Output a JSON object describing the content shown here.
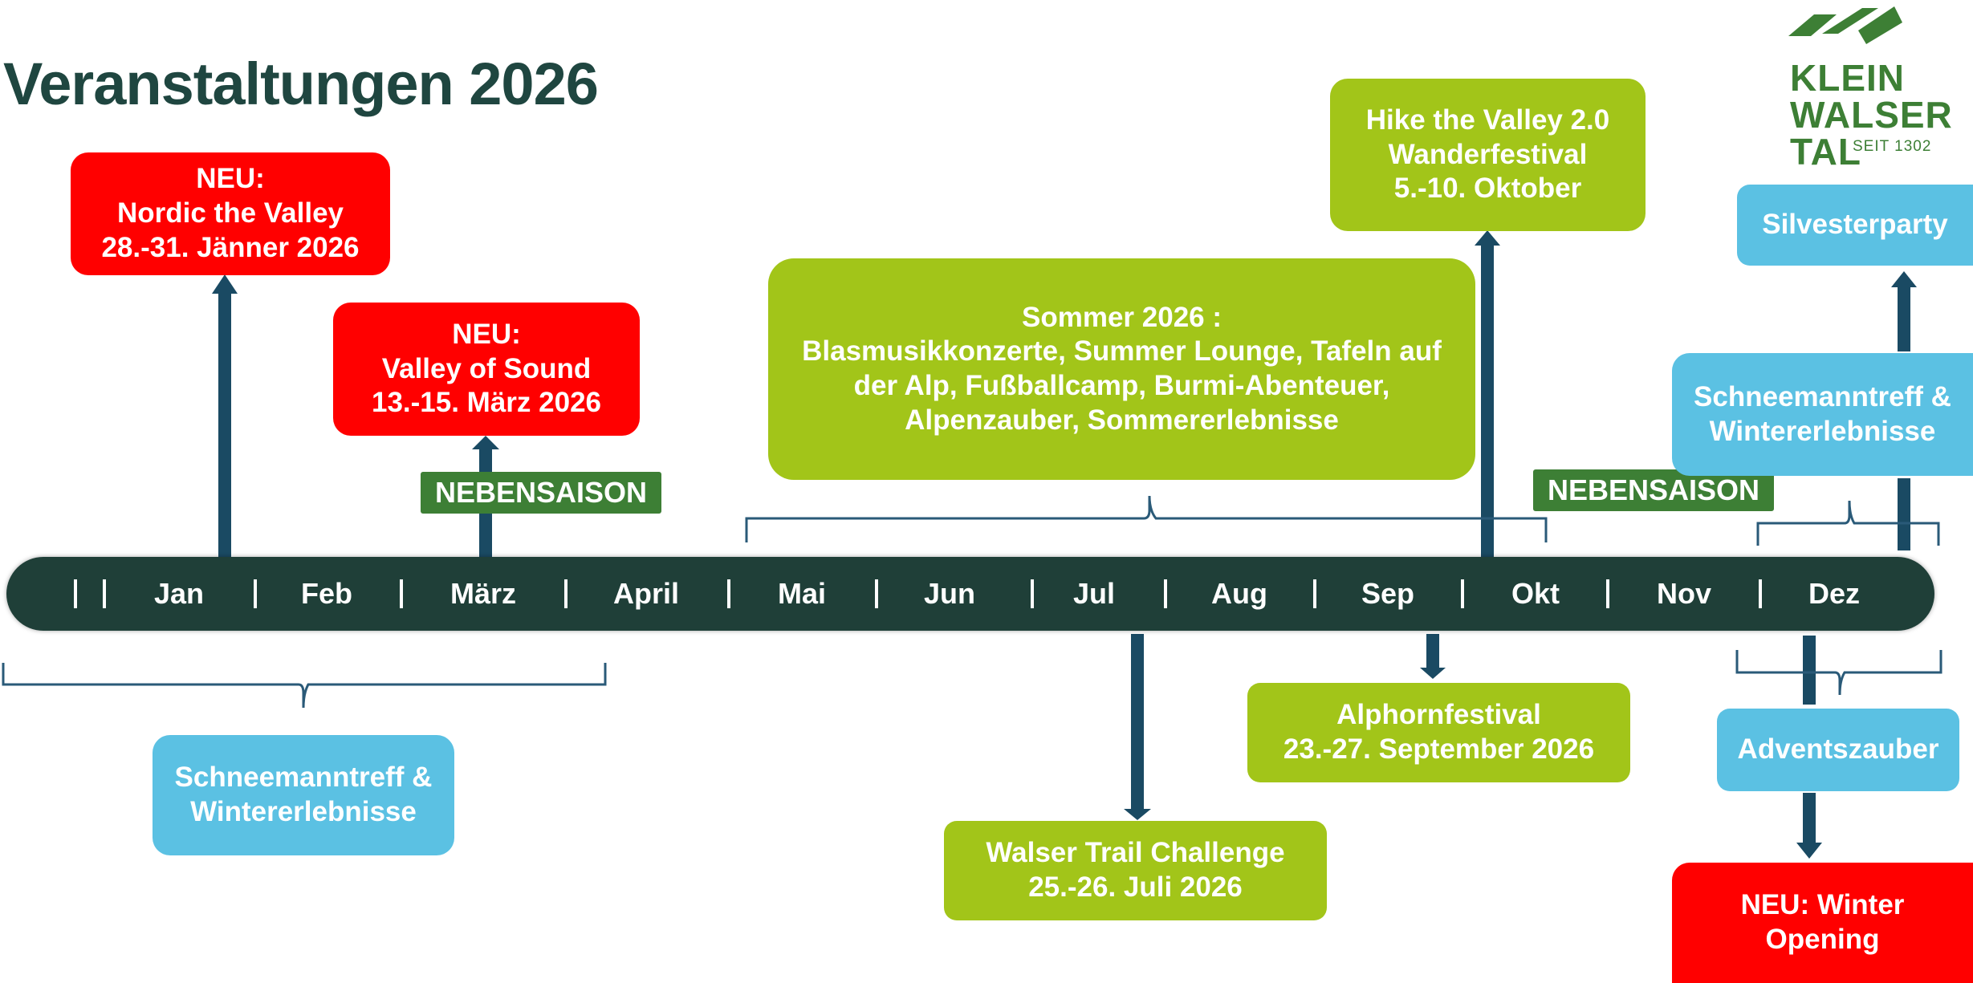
{
  "title": "Veranstaltungen 2026",
  "logo": {
    "line1": "KLEIN",
    "line2": "WALSER",
    "line3": "TAL",
    "tagline": "SEIT 1302"
  },
  "months": [
    "Jan",
    "Feb",
    "März",
    "April",
    "Mai",
    "Jun",
    "Jul",
    "Aug",
    "Sep",
    "Okt",
    "Nov",
    "Dez"
  ],
  "tags": {
    "nebensaison_1": "NEBENSAISON",
    "nebensaison_2": "NEBENSAISON"
  },
  "events": {
    "nordic": {
      "l1": "NEU:",
      "l2": "Nordic the Valley",
      "l3": "28.-31. Jänner 2026"
    },
    "sound": {
      "l1": "NEU:",
      "l2": "Valley of Sound",
      "l3": "13.-15. März 2026"
    },
    "sommer": {
      "l1": "Sommer 2026 :",
      "l2": "Blasmusikkonzerte, Summer Lounge, Tafeln auf",
      "l3": "der Alp, Fußballcamp, Burmi-Abenteuer,",
      "l4": "Alpenzauber, Sommererlebnisse"
    },
    "hike": {
      "l1": "Hike the Valley 2.0",
      "l2": "Wanderfestival",
      "l3": "5.-10. Oktober"
    },
    "silvester": {
      "l1": "Silvesterparty"
    },
    "schnee_right": {
      "l1": "Schneemanntreff &",
      "l2": "Wintererlebnisse"
    },
    "schnee_left": {
      "l1": "Schneemanntreff &",
      "l2": "Wintererlebnisse"
    },
    "trail": {
      "l1": "Walser Trail Challenge",
      "l2": "25.-26. Juli 2026"
    },
    "alphorn": {
      "l1": "Alphornfestival",
      "l2": "23.-27. September 2026"
    },
    "advent": {
      "l1": "Adventszauber"
    },
    "winter_open": {
      "l1": "NEU: Winter",
      "l2": "Opening"
    }
  },
  "colors": {
    "highlight_new": "#ff0000",
    "summer": "#a2c519",
    "winter": "#5bc1e3",
    "offseason": "#3d7f35",
    "timeline": "#1f3f38",
    "arrow": "#1a4a63",
    "brace": "#2a5a78"
  }
}
